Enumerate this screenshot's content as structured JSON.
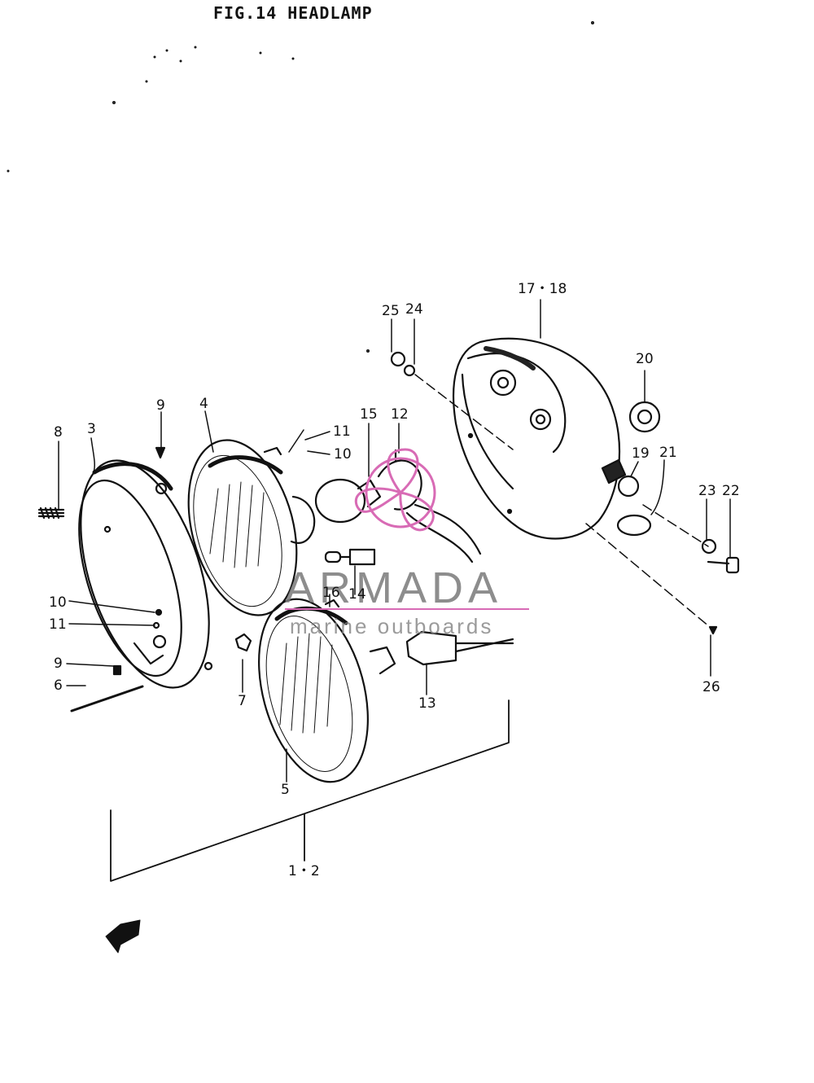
{
  "figure": {
    "title": "FIG.14  HEADLAMP"
  },
  "callouts": [
    "17・18",
    "25",
    "24",
    "20",
    "9",
    "4",
    "11",
    "10",
    "15",
    "12",
    "8",
    "3",
    "19",
    "21",
    "23",
    "22",
    "10",
    "11",
    "16",
    "14",
    "9",
    "6",
    "7",
    "13",
    "26",
    "5",
    "1・2"
  ],
  "watermark": {
    "brand": "ARMADA",
    "tagline": "marine outboards",
    "accent_color": "#d86bb5"
  },
  "colors": {
    "line": "#111111",
    "background": "#ffffff"
  }
}
